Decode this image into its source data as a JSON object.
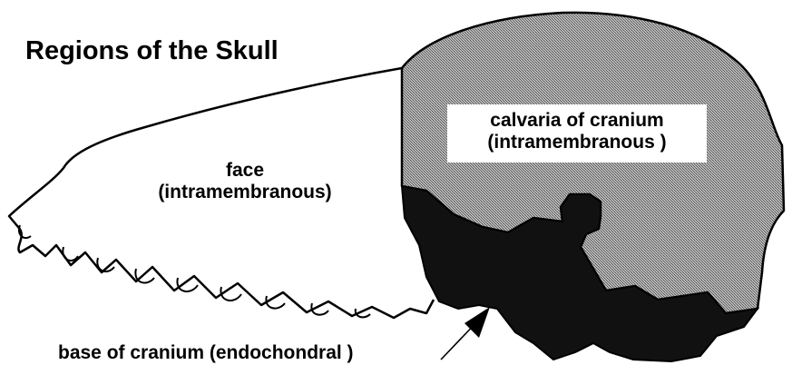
{
  "title": "Regions of the Skull",
  "regions": {
    "face": {
      "line1": "face",
      "line2": "(intramembranous)"
    },
    "calvaria": {
      "line1": "calvaria of cranium",
      "line2": "(intramembranous )"
    },
    "base": {
      "label": "base of cranium (endochondral )"
    }
  },
  "colors": {
    "outline": "#000000",
    "calvaria_fill": "#a6a6a6",
    "base_fill": "#111111",
    "background": "#ffffff"
  }
}
